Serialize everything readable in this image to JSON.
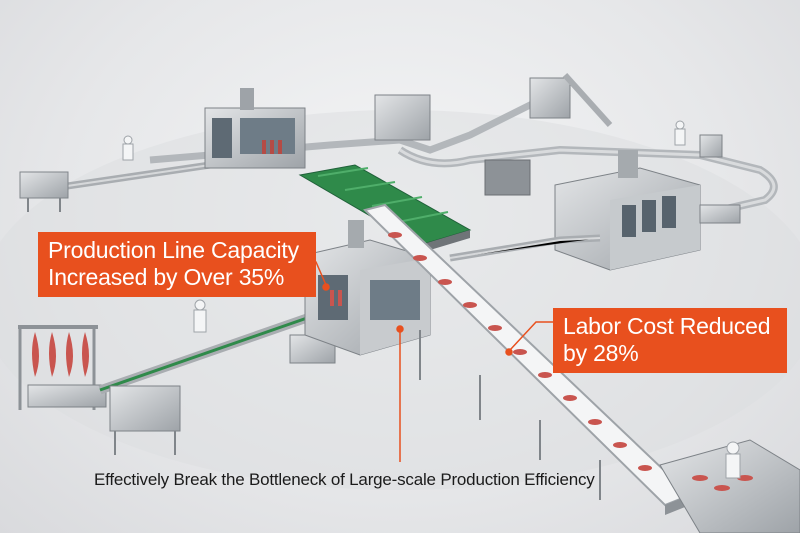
{
  "callouts": {
    "capacity": {
      "line1": "Production Line Capacity",
      "line2": "Increased by Over 35%"
    },
    "labor": {
      "line1": "Labor Cost Reduced",
      "line2": "by 28%"
    }
  },
  "tagline": "Effectively Break the Bottleneck of Large-scale Production Efficiency",
  "colors": {
    "accent": "#e8501e",
    "belt_green": "#2f8a4a",
    "steel": "#bfc3c7",
    "meat": "#c9554f"
  }
}
